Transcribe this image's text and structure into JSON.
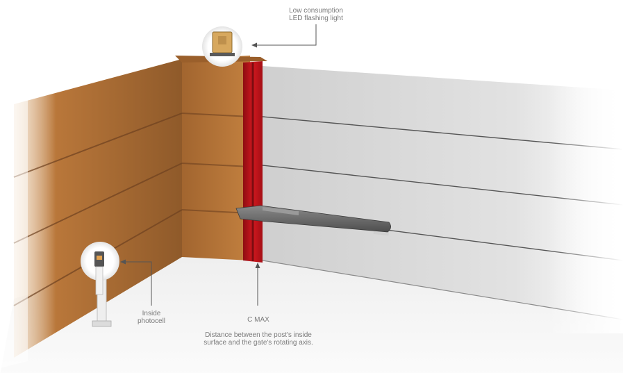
{
  "labels": {
    "flashing_light": "Low consumption\nLED flashing light",
    "photocell": "Inside\nphotocell",
    "cmax_title": "C MAX",
    "cmax_desc": "Distance between the post's inside\nsurface and the gate's rotating axis."
  },
  "colors": {
    "wood": "#b9773a",
    "wood_dark": "#8c5428",
    "post_red": "#c8141c",
    "gate_gray": "#d7d7d7",
    "actuator": "#6a6a6a",
    "label_text": "#7a7a7a"
  },
  "icons": {
    "flashing_light": "flashing-light-icon",
    "photocell": "photocell-icon"
  }
}
